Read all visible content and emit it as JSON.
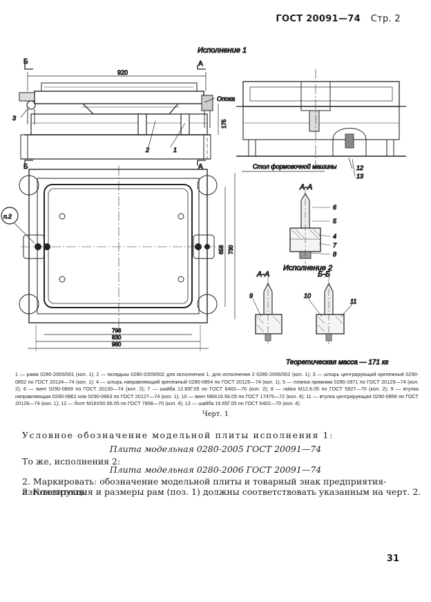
{
  "header": {
    "standard": "ГОСТ 20091—74",
    "page_label": "Стр. 2"
  },
  "drawing": {
    "title_variant1": "Исполнение 1",
    "title_variant2": "Исполнение 2",
    "section_aa": "А-А",
    "section_aa_2": "А-А",
    "section_bb": "Б-Б",
    "mark_b": "Б",
    "mark_a": "А",
    "label_opoka": "Опока",
    "label_table": "Стол формовочной машины",
    "circle_label": "п.2",
    "dim_920": "920",
    "dim_175": "175",
    "dim_798": "798",
    "dim_830": "830",
    "dim_980": "980",
    "dim_658": "658",
    "dim_730": "730",
    "callouts_top": [
      "1",
      "2",
      "3"
    ],
    "callouts_right": [
      "12",
      "13"
    ],
    "callouts_aa": [
      "6",
      "5",
      "4",
      "7",
      "8"
    ],
    "callouts_v2": [
      "9",
      "10",
      "11"
    ],
    "mass": "Теоретическая масса — 171 кг"
  },
  "legend": "1 — рама 0280-2005/001 (кол. 1); 2 — вкладыш 0280-2005/002 для исполнения 1, для исполнения 2 0280-2006/002 (кол. 1); 3 — штырь центрирующий крепежный 0290-0852 по ГОСТ 20124—74 (кол. 1); 4 — штырь направляющий крепежный 0290-0854 по ГОСТ 20125—74 (кол. 1); 5 — планка прижима 0290-2871 по ГОСТ 20129—74 (кол. 2); 6 — винт 0290-0869 по ГОСТ 20130—74 (кол. 2); 7 — шайба 12.65Г.05 по ГОСТ 6402—70 (кол. 2); 8 — гайка М12.6.05 по ГОСТ 5927—70 (кол. 2); 9 — втулка направляющая 0290-0862 или 0290-0863 по ГОСТ 20127—74 (кол. 1); 10 — винт М8Х16.56.05 по ГОСТ 17475—72 (кол. 4); 11 — втулка центрирующая 0290-0856 по ГОСТ 20126—74 (кол. 1); 12 — болт М16Х50.66.05 по ГОСТ 7808—70 (кол. 4); 13 — шайба 16.65Г.05 по ГОСТ 6402—70 (кол. 4).",
  "figure_caption": "Черт. 1",
  "text": {
    "cond_label": "Условное обозначение модельной плиты исполнения 1:",
    "designation1": "Плита модельная 0280-2005 ГОСТ 20091—74",
    "same_v2": "То же, исполнения 2:",
    "designation2": "Плита модельная 0280-2006 ГОСТ 20091—74",
    "item2": "2. Маркировать: обозначение модельной плиты и товарный знак предприятия-изготовителя.",
    "item3": "3. Конструкция и размеры рам (поз. 1) должны соответствовать указанным на черт. 2."
  },
  "page_number": "31"
}
